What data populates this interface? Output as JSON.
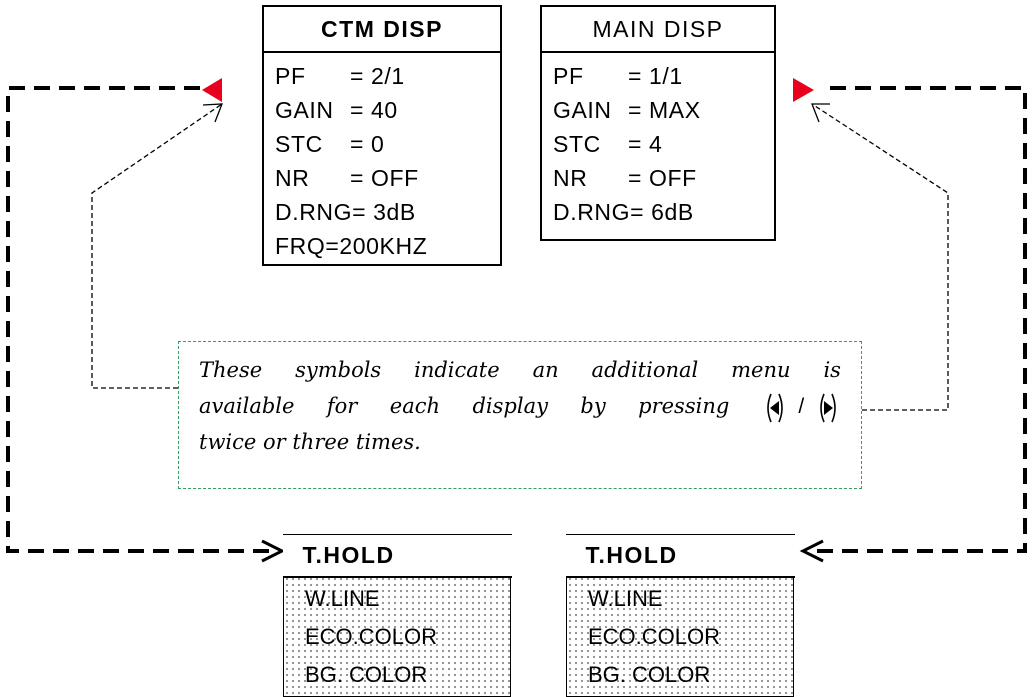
{
  "ctm_panel": {
    "title": "CTM DISP",
    "rows": [
      {
        "key": "PF",
        "value": "= 2/1"
      },
      {
        "key": "GAIN",
        "value": "= 40"
      },
      {
        "key": "STC",
        "value": "= 0"
      },
      {
        "key": "NR",
        "value": "= OFF"
      },
      {
        "key": "D.RNG",
        "value": "= 3dB"
      }
    ],
    "extra": "FRQ=200KHZ"
  },
  "main_panel": {
    "title": "MAIN DISP",
    "rows": [
      {
        "key": "PF",
        "value": "= 1/1"
      },
      {
        "key": "GAIN",
        "value": "= MAX"
      },
      {
        "key": "STC",
        "value": "= 4"
      },
      {
        "key": "NR",
        "value": "= OFF"
      },
      {
        "key": "D.RNG",
        "value": "= 6dB"
      }
    ]
  },
  "note": {
    "line1": [
      "These",
      "symbols",
      "indicate",
      "an",
      "additional",
      "menu",
      "is"
    ],
    "line2": [
      "available",
      "for",
      "each",
      "display",
      "by",
      "pressing"
    ],
    "separator": "/",
    "line3": "twice or three times."
  },
  "hold_left": {
    "title": "T.HOLD",
    "items": [
      "W.LINE",
      "ECO.COLOR",
      "BG. COLOR"
    ]
  },
  "hold_right": {
    "title": "T.HOLD",
    "items": [
      "W.LINE",
      "ECO.COLOR",
      "BG. COLOR"
    ]
  },
  "colors": {
    "marker": "#e8001c",
    "note_border": "#3a9a66"
  },
  "icons": {
    "left_marker": "triangle-left-red",
    "right_marker": "triangle-right-red",
    "left_key": "left-arrow-key",
    "right_key": "right-arrow-key"
  }
}
